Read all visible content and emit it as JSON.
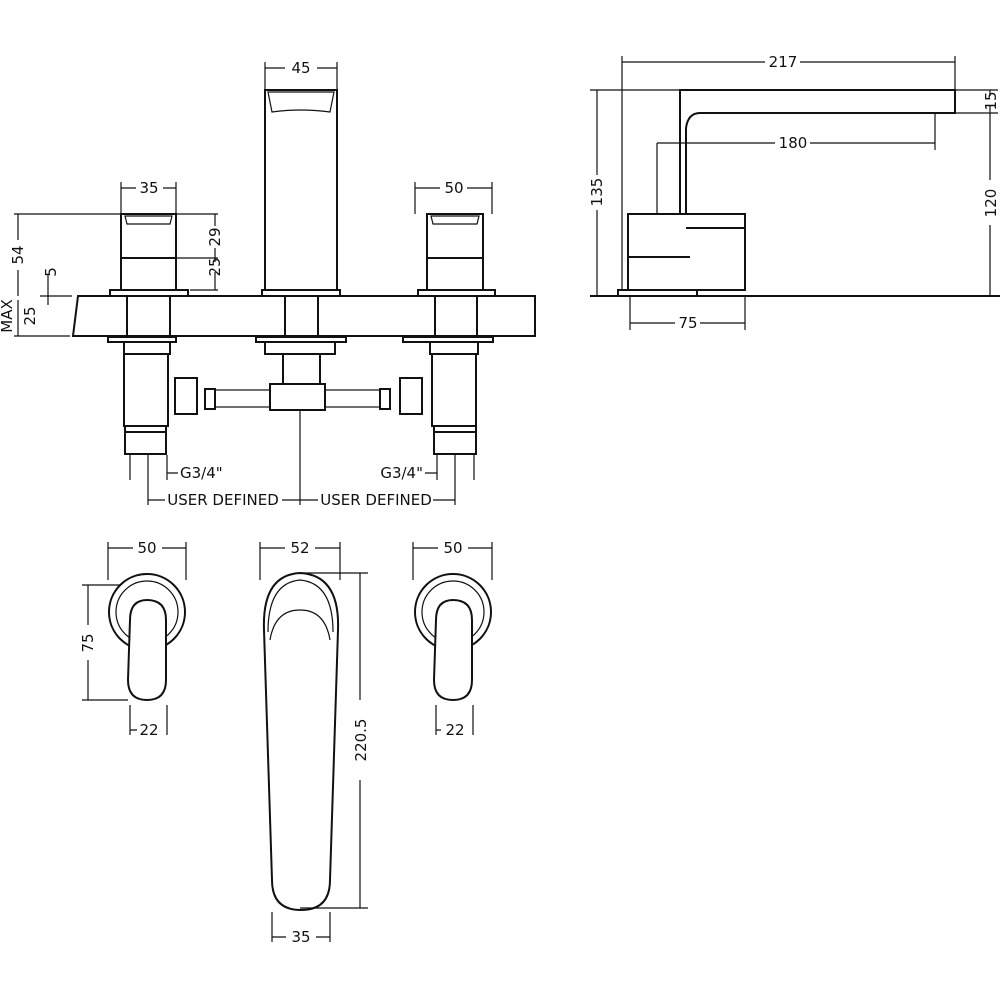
{
  "front_view": {
    "spout_width": "45",
    "left_handle_width": "35",
    "right_handle_width": "50",
    "total_handle_height": "54",
    "handle_upper": "29",
    "handle_lower": "25",
    "plate_thickness": "5",
    "deck_max": "MAX",
    "deck_thickness": "25",
    "left_inlet": "G3/4\"",
    "right_inlet": "G3/4\"",
    "left_spacing": "USER DEFINED",
    "right_spacing": "USER DEFINED"
  },
  "side_view": {
    "total_length": "217",
    "spout_thickness": "15",
    "total_height": "135",
    "spout_height": "120",
    "spout_reach": "180",
    "base_depth": "75"
  },
  "top_view": {
    "left_handle_diameter": "50",
    "left_handle_length": "75",
    "left_lever_width": "22",
    "spout_width": "52",
    "spout_length": "220.5",
    "spout_tip_width": "35",
    "right_handle_diameter": "50",
    "right_lever_width": "22"
  }
}
